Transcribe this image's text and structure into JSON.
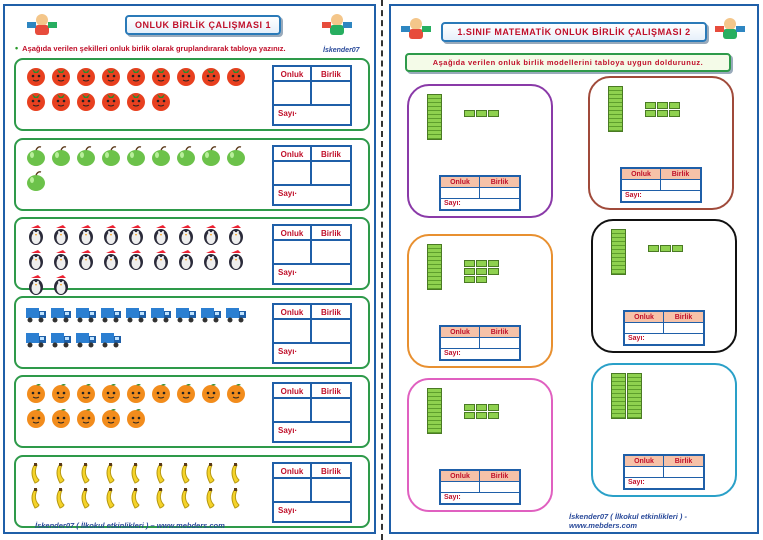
{
  "left": {
    "title": "ONLUK BİRLİK ÇALIŞMASI  1",
    "instruction": "Aşağıda verilen şekilleri onluk birlik olarak gruplandırarak tabloya yazınız.",
    "author": "İskender07",
    "footer": "İskender07 ( İlkokul etkinlikleri ) – www.mebders.com",
    "table": {
      "tens": "Onluk",
      "ones": "Birlik",
      "count": "Sayı·"
    },
    "rows": [
      {
        "item": "tomato-icon",
        "count": 15
      },
      {
        "item": "apple-icon",
        "count": 10
      },
      {
        "item": "penguin-icon",
        "count": 20
      },
      {
        "item": "truck-icon",
        "count": 13
      },
      {
        "item": "orange-icon",
        "count": 14
      },
      {
        "item": "banana-icon",
        "count": 18
      }
    ]
  },
  "right": {
    "title": "1.SINIF MATEMATİK ONLUK BİRLİK ÇALIŞMASI  2",
    "instruction": "Aşağıda verilen onluk birlik modellerini tabloya uygun doldurunuz.",
    "footer": "İskender07 ( İlkokul etkinlikleri ) - www.mebders.com",
    "table": {
      "tens": "Onluk",
      "ones": "Birlik",
      "count": "Sayı:"
    },
    "cards": [
      {
        "color": "#8a3aa8",
        "tens": 1,
        "ones": 3
      },
      {
        "color": "#a04a3a",
        "tens": 1,
        "ones": 6
      },
      {
        "color": "#e89030",
        "tens": 1,
        "ones": 8
      },
      {
        "color": "#111111",
        "tens": 1,
        "ones": 3
      },
      {
        "color": "#e060c0",
        "tens": 1,
        "ones": 6
      },
      {
        "color": "#2aa0c8",
        "tens": 2,
        "ones": 0
      }
    ]
  },
  "colors": {
    "accent": "#c0102a",
    "border": "#1f5fa8",
    "green": "#2e9a4a"
  }
}
